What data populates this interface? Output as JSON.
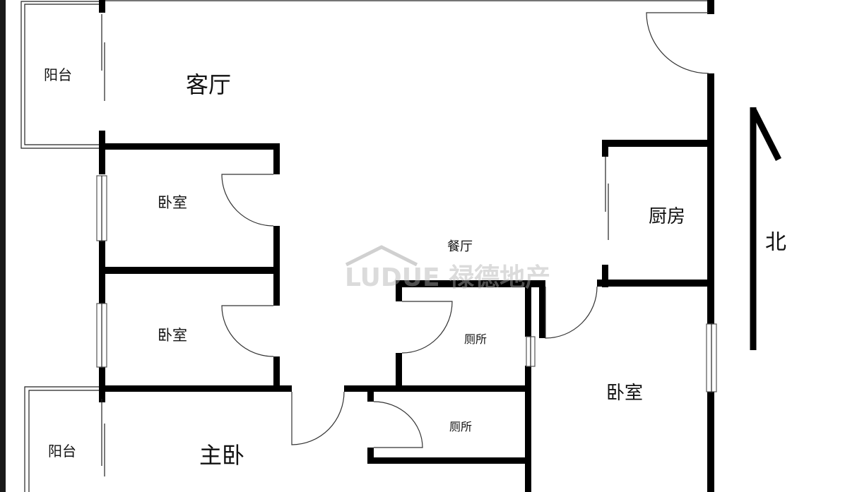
{
  "rooms": {
    "living_room": "客厅",
    "balcony_top": "阳台",
    "balcony_bottom": "阳台",
    "bedroom_1": "卧室",
    "bedroom_2": "卧室",
    "bedroom_3": "卧室",
    "master_bedroom": "主卧",
    "kitchen": "厨房",
    "dining_room": "餐厅",
    "toilet_1": "厕所",
    "toilet_2": "厕所"
  },
  "compass": {
    "label": "北"
  },
  "watermark": {
    "text": "LUDUE 禄德地产"
  },
  "colors": {
    "wall": "#000000",
    "background": "#ffffff",
    "line": "#222222"
  }
}
